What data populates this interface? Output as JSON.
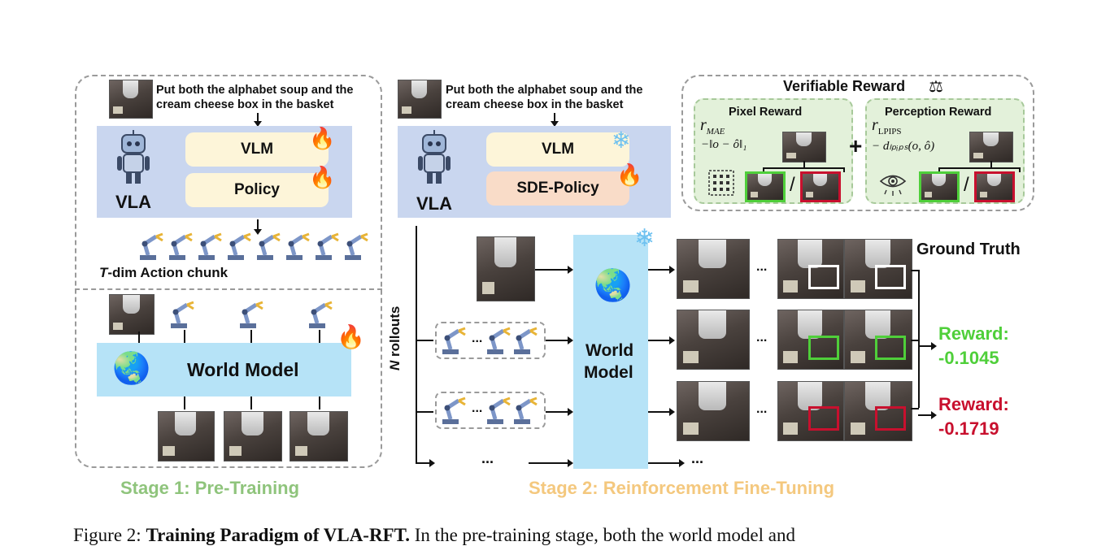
{
  "instruction": "Put both the alphabet soup and the cream cheese box in the basket",
  "stage1": {
    "title": "Stage 1: Pre-Training",
    "vla_label": "VLA",
    "vlm_label": "VLM",
    "policy_label": "Policy",
    "action_chunk_italic": "T",
    "action_chunk_label": "-dim Action chunk",
    "world_model_label": "World Model"
  },
  "stage2": {
    "title": "Stage 2:  Reinforcement Fine-Tuning",
    "vla_label": "VLA",
    "vlm_label": "VLM",
    "policy_label": "SDE-Policy",
    "rollouts_italic": "N",
    "rollouts_label": " rollouts",
    "world_model_label_1": "World",
    "world_model_label_2": "Model",
    "ground_truth": "Ground Truth",
    "reward1_label": "Reward:",
    "reward1_value": "-0.1045",
    "reward2_label": "Reward:",
    "reward2_value": "-0.1719",
    "ellipsis": "..."
  },
  "verifiable": {
    "title": "Verifiable Reward",
    "pixel": {
      "title": "Pixel Reward",
      "symbol": "r",
      "sub": "MAE",
      "formula": "−‖o − ô‖₁"
    },
    "perception": {
      "title": "Perception Reward",
      "symbol": "r",
      "sub": "LPIPS",
      "formula": "− dₗₚᵢₚₛ(o, ô)"
    },
    "plus": "+",
    "slash": "/"
  },
  "caption": {
    "prefix": "Figure 2: ",
    "bold": "Training Paradigm of VLA-RFT.",
    "rest": " In the pre-training stage, both the world model and"
  },
  "colors": {
    "green": "#4fcf3a",
    "red": "#c8102e",
    "stage1": "#8fc47c",
    "stage2": "#f4c87e",
    "wm": "#b6e3f7",
    "band": "#c9d6ef"
  }
}
